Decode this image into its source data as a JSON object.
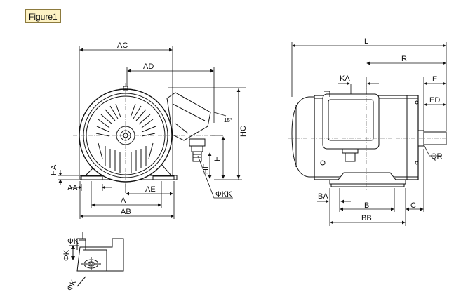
{
  "figure_label": "Figure1",
  "dimensions": {
    "AC": "AC",
    "AD": "AD",
    "HC": "HC",
    "H": "H",
    "HF": "HF",
    "HA": "HA",
    "AA": "AA",
    "A": "A",
    "AE": "AE",
    "AB": "AB",
    "KK": "ΦKK",
    "angle": "15°",
    "L": "L",
    "R": "R",
    "KA": "KA",
    "E": "E",
    "ED": "ED",
    "QR": "QR",
    "BA": "BA",
    "B": "B",
    "C": "C",
    "BB": "BB",
    "K": "ΦK",
    "K_side": "ΦK",
    "K_diag": "ΦK"
  }
}
